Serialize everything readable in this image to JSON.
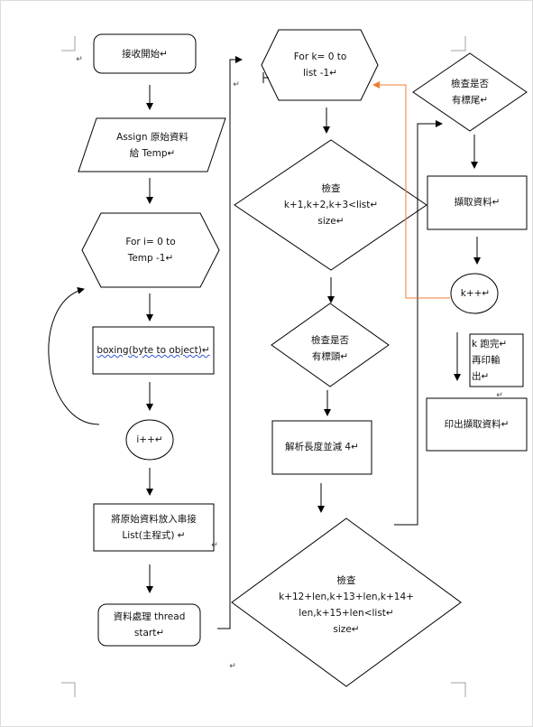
{
  "flowchart": {
    "nodes": [
      {
        "id": "start",
        "shape": "rounded-rect",
        "text": "接收開始↵"
      },
      {
        "id": "assign",
        "shape": "parallelogram",
        "text": "Assign 原始資料\n給 Temp↵"
      },
      {
        "id": "loop-i",
        "shape": "hexagon",
        "text": "For i= 0 to\nTemp -1↵"
      },
      {
        "id": "boxing",
        "shape": "rect",
        "text": "boxing(byte to object)↵"
      },
      {
        "id": "i-inc",
        "shape": "ellipse",
        "text": "i++↵"
      },
      {
        "id": "enqueue",
        "shape": "rect",
        "text": "將原始資料放入串接\nList(主程式)  ↵"
      },
      {
        "id": "thread",
        "shape": "rounded-rect",
        "text": "資料處理 thread\nstart↵"
      },
      {
        "id": "loop-k",
        "shape": "hexagon",
        "text": "For k= 0 to\nlist -1↵"
      },
      {
        "id": "check-size",
        "shape": "diamond",
        "text": "檢查\nk+1,k+2,k+3<list↵\nsize↵"
      },
      {
        "id": "check-header",
        "shape": "diamond",
        "text": "檢查是否\n有標頭↵"
      },
      {
        "id": "parse-length",
        "shape": "rect",
        "text": "解析長度並減 4↵"
      },
      {
        "id": "check-len",
        "shape": "diamond",
        "text": "檢查\nk+12+len,k+13+len,k+14+\nlen,k+15+len<list↵\nsize↵"
      },
      {
        "id": "check-tail",
        "shape": "diamond",
        "text": "檢查是否\n有標尾↵"
      },
      {
        "id": "extract",
        "shape": "rect",
        "text": "擷取資料↵"
      },
      {
        "id": "k-inc",
        "shape": "ellipse",
        "text": "k++↵"
      },
      {
        "id": "note",
        "shape": "rect",
        "text": "k 跑完↵\n再印輸\n出↵"
      },
      {
        "id": "print",
        "shape": "rect",
        "text": "印出擷取資料↵"
      }
    ],
    "paragraph_marks": [
      "↵",
      "↵",
      "↵",
      "↵",
      "↵"
    ],
    "colors": {
      "stroke": "#000000",
      "feedback_arrow": "#ed7d31",
      "spell_squiggle": "#2f55d4",
      "page_border": "#dcdcdc",
      "corner_marks": "#a0a0a0"
    }
  }
}
